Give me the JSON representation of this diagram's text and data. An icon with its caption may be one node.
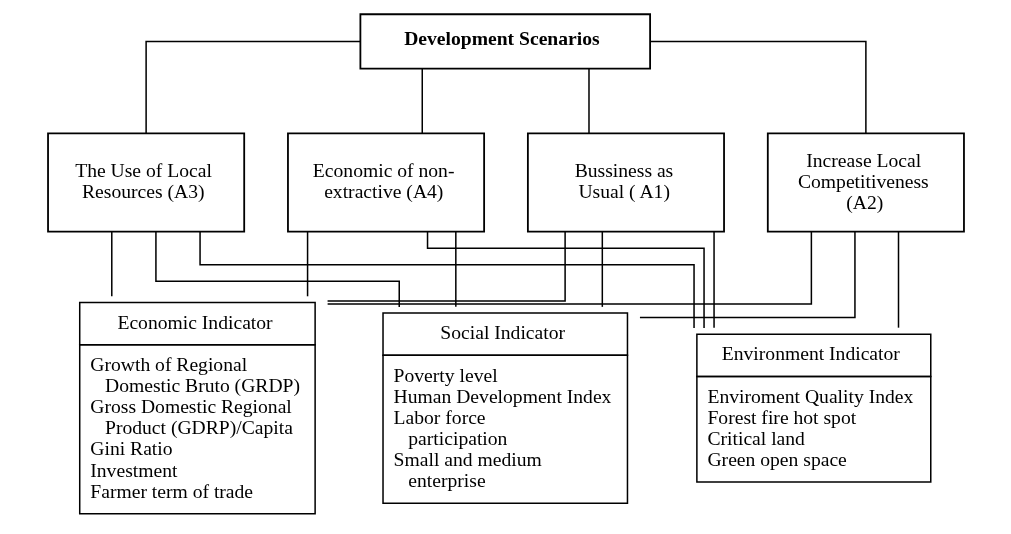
{
  "diagram": {
    "nodes": [
      {
        "text": [
          "Development Scenarios"
        ]
      },
      {
        "text": [
          "Bussiness as Usual ( A1)"
        ]
      },
      {
        "text": [
          "Increase Local Competitiveness (A2)"
        ]
      },
      {
        "text": [
          "The Use of Local Resources (A3)"
        ]
      },
      {
        "text": [
          "Economic of non-extractive (A4)"
        ]
      },
      {
        "text": [
          "Economic Indicator",
          "Growth of Regional Domestic Bruto (GRDP)",
          "Gross Domestic Regional Product (GDRP)/Capita",
          "Gini Ratio",
          "Investment",
          "Farmer term of trade"
        ]
      },
      {
        "text": [
          "Social Indicator",
          "Poverty level",
          "Human Development Index",
          "Labor force participation",
          "Small and medium enterprise"
        ]
      },
      {
        "text": [
          "Environment Indicator",
          "Enviroment Quality Index",
          "Forest fire hot spot",
          "Critical land",
          "Green open space"
        ]
      }
    ],
    "edges": [
      {
        "from": 0,
        "to": 1,
        "arrow": "none"
      },
      {
        "from": 0,
        "to": 2,
        "arrow": "none"
      },
      {
        "from": 0,
        "to": 3,
        "arrow": "none"
      },
      {
        "from": 0,
        "to": 4,
        "arrow": "none"
      },
      {
        "from": 1,
        "to": 5,
        "arrow": "none"
      },
      {
        "from": 1,
        "to": 6,
        "arrow": "none"
      },
      {
        "from": 1,
        "to": 7,
        "arrow": "none"
      },
      {
        "from": 2,
        "to": 5,
        "arrow": "none"
      },
      {
        "from": 2,
        "to": 6,
        "arrow": "none"
      },
      {
        "from": 2,
        "to": 7,
        "arrow": "none"
      },
      {
        "from": 3,
        "to": 5,
        "arrow": "none"
      },
      {
        "from": 3,
        "to": 6,
        "arrow": "none"
      },
      {
        "from": 3,
        "to": 7,
        "arrow": "none"
      },
      {
        "from": 4,
        "to": 5,
        "arrow": "none"
      },
      {
        "from": 4,
        "to": 6,
        "arrow": "none"
      },
      {
        "from": 4,
        "to": 7,
        "arrow": "none"
      }
    ]
  }
}
